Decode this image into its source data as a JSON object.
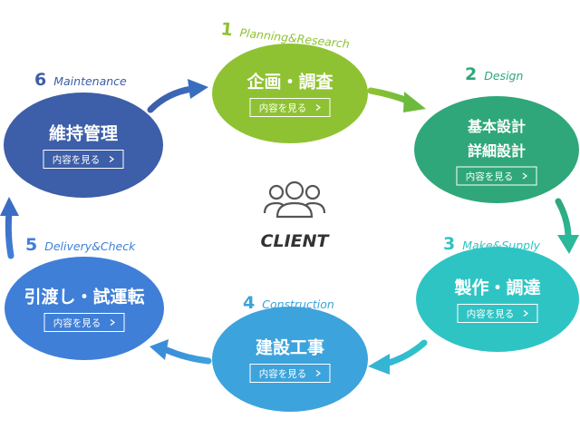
{
  "center": {
    "label": "CLIENT",
    "icon": "group-people-icon"
  },
  "button_label": "内容を見る",
  "steps": [
    {
      "number": "1",
      "label": "Planning&Research",
      "title_lines": [
        "企画・調査"
      ],
      "color": "#8fc232",
      "label_color": "#8fc232"
    },
    {
      "number": "2",
      "label": "Design",
      "title_lines": [
        "基本設計",
        "詳細設計"
      ],
      "color": "#2fa77a",
      "label_color": "#2fa77a"
    },
    {
      "number": "3",
      "label": "Make&Supply",
      "title_lines": [
        "製作・調達"
      ],
      "color": "#2fc4c4",
      "label_color": "#2fc4c4"
    },
    {
      "number": "4",
      "label": "Construction",
      "title_lines": [
        "建設工事"
      ],
      "color": "#3da3dc",
      "label_color": "#3da3dc"
    },
    {
      "number": "5",
      "label": "Delivery&Check",
      "title_lines": [
        "引渡し・試運転"
      ],
      "color": "#3f7fd8",
      "label_color": "#3f7fd8"
    },
    {
      "number": "6",
      "label": "Maintenance",
      "title_lines": [
        "維持管理"
      ],
      "color": "#3d5ea8",
      "label_color": "#3d5ea8"
    }
  ]
}
